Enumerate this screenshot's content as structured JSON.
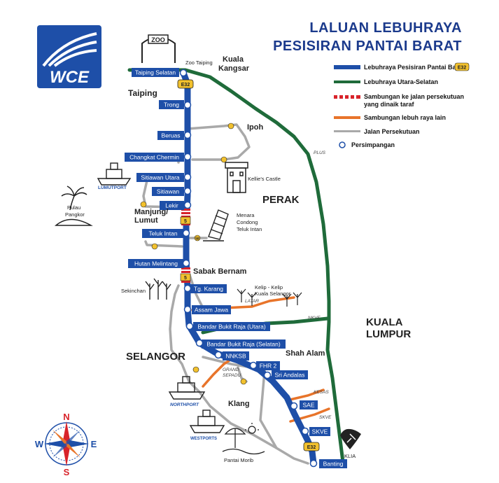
{
  "title": {
    "line1": "LALUAN LEBUHRAYA",
    "line2": "PESISIRAN PANTAI BARAT"
  },
  "logo": {
    "text": "WCE"
  },
  "legend": [
    {
      "label": "Lebuhraya Pesisiran Pantai Barat",
      "badge": "E32",
      "color": "#1e4fa8"
    },
    {
      "label": "Lebuhraya Utara-Selatan",
      "color": "#1f6b3a"
    },
    {
      "label": "Sambungan ke jalan persekutuan",
      "label2": "yang dinaik taraf",
      "color": "#d8232a"
    },
    {
      "label": "Sambungan lebuh raya lain",
      "color": "#e8742a"
    },
    {
      "label": "Jalan Persekutuan",
      "color": "#a8a8a8"
    },
    {
      "label": "Persimpangan"
    }
  ],
  "stations": [
    "Taiping Selatan",
    "Trong",
    "Beruas",
    "Changkat Chermin",
    "Sitiawan Utara",
    "Sitiawan",
    "Lekir",
    "Teluk Intan",
    "Hutan Melintang",
    "Tg. Karang",
    "Assam Jawa",
    "Bandar Bukit Raja (Utara)",
    "Bandar Bukit Raja (Selatan)",
    "NNKSB",
    "FHR 2",
    "Sri Andalas",
    "SAE",
    "SKVE",
    "Banting"
  ],
  "places": {
    "zoo_sign": "ZOO",
    "zoo": "Zoo Taiping",
    "kuala_kangsar": [
      "Kuala",
      "Kangsar"
    ],
    "taiping": "Taiping",
    "ipoh": "Ipoh",
    "kellies": "Kellie's Castle",
    "perak": "PERAK",
    "lumut_port": "LUMUTPORT",
    "manjung": [
      "Manjung/",
      "Lumut"
    ],
    "pangkor": [
      "Pulau",
      "Pangkor"
    ],
    "menara": [
      "Menara",
      "Condong",
      "Teluk Intan"
    ],
    "sabak": "Sabak Bernam",
    "sekinchan": "Sekinchan",
    "kelip": [
      "Kelip - Kelip",
      "Kuala Selangor"
    ],
    "kuala_lumpur": [
      "KUALA",
      "LUMPUR"
    ],
    "selangor": "SELANGOR",
    "shah_alam": "Shah Alam",
    "klang": "Klang",
    "northport": "NORTHPORT",
    "westports": "WESTPORTS",
    "pantai_morib": "Pantai Morib",
    "klia": "KLIA",
    "plus": "PLUS",
    "latar": "LATAR",
    "nkve": "NKVE",
    "grand_sepadu": [
      "GRAND",
      "SEPADU"
    ],
    "kesas": "KESAS",
    "skve_road": "SKVE"
  },
  "badges": {
    "e32": "E32",
    "route5": "5",
    "route58": "58"
  },
  "compass": {
    "n": "N",
    "s": "S",
    "e": "E",
    "w": "W"
  }
}
